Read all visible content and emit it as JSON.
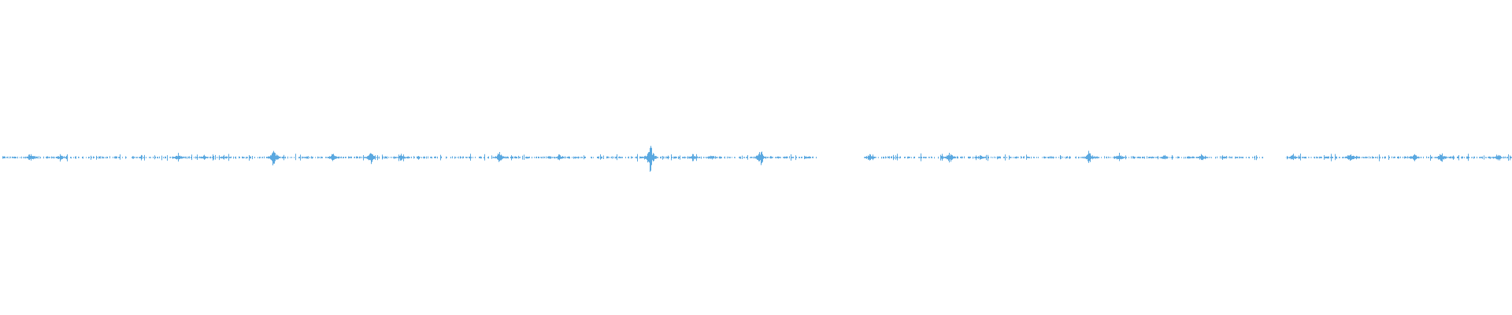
{
  "waveform": {
    "color": "#5aa8e0",
    "background": "#ffffff",
    "gaps_seconds_fraction": [
      [
        0.541,
        0.571
      ],
      [
        0.835,
        0.849
      ]
    ]
  }
}
